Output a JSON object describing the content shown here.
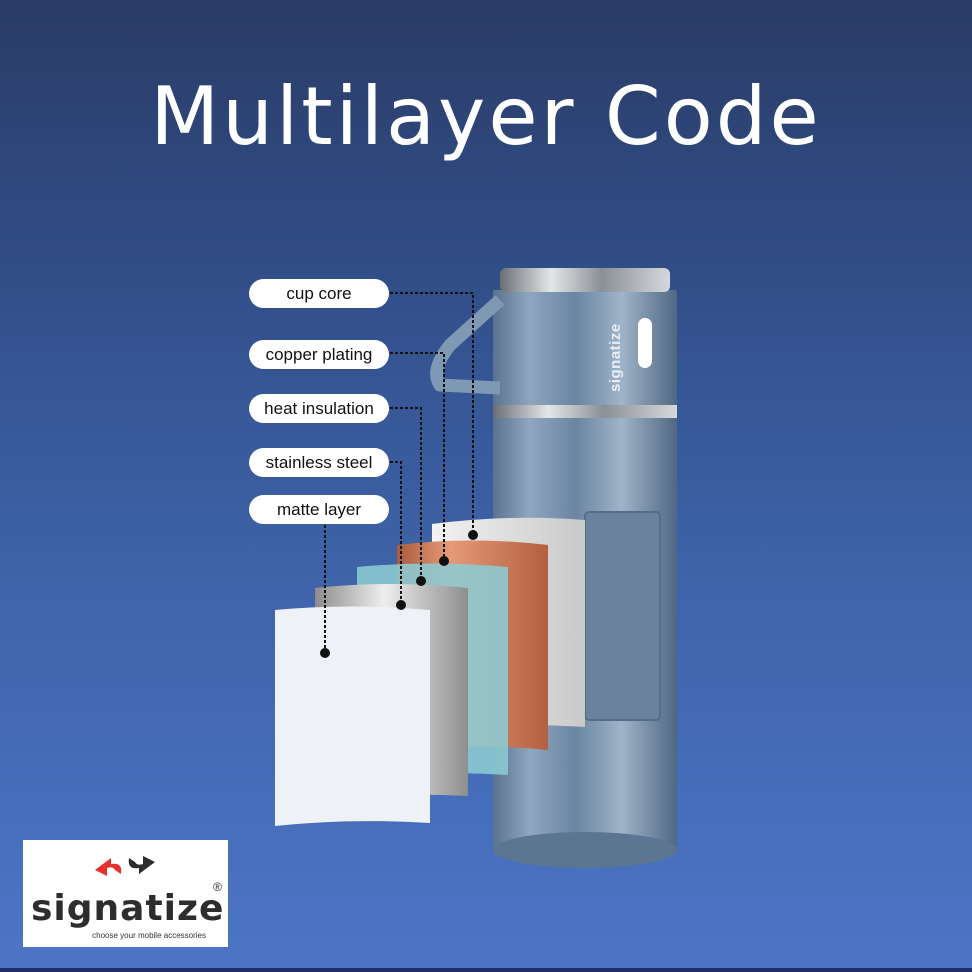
{
  "title": "Multilayer Code",
  "labels": [
    {
      "id": "cup-core",
      "text": "cup core"
    },
    {
      "id": "copper-plating",
      "text": "copper plating"
    },
    {
      "id": "heat-insulation",
      "text": "heat insulation"
    },
    {
      "id": "stainless-steel",
      "text": "stainless steel"
    },
    {
      "id": "matte-layer",
      "text": "matte layer"
    }
  ],
  "product": {
    "brand_on_cap": "signatize"
  },
  "logo": {
    "wordmark": "signatize",
    "registered": "®",
    "tagline": "choose your mobile accessories"
  },
  "colors": {
    "background_top": "#2a3c67",
    "background_bottom": "#4c75c6",
    "bottle": "#6f8aa6",
    "copper": "#c2704f",
    "insulation": "#8ccbd3",
    "steel": "#a8a8a8",
    "matte": "#eef2f6",
    "logo_red": "#e8302a"
  }
}
